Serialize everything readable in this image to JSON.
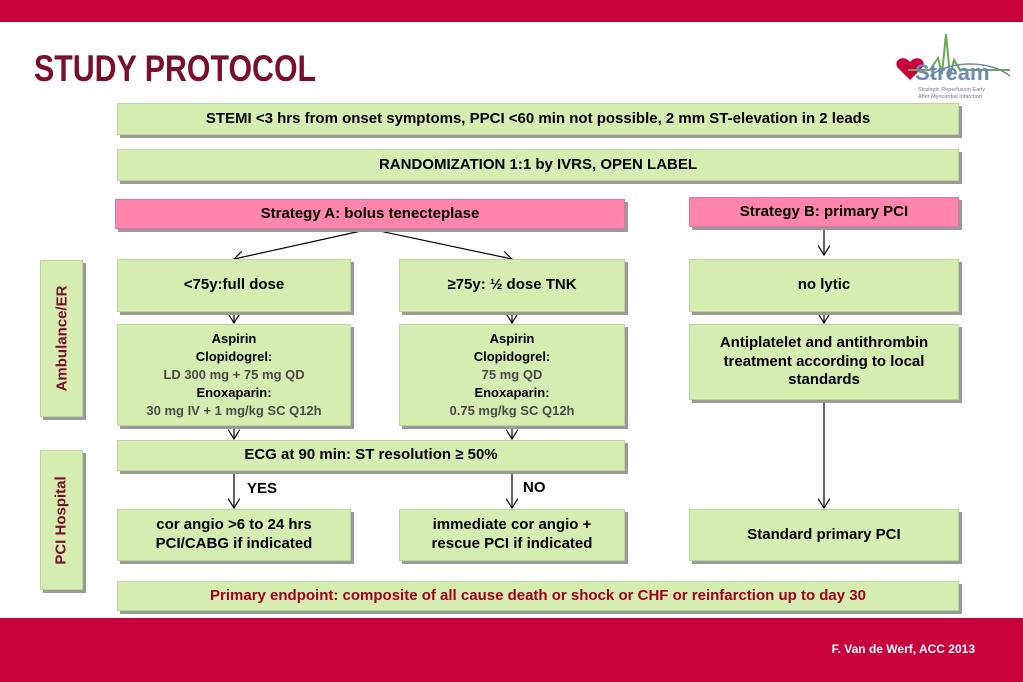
{
  "title": "STUDY PROTOCOL",
  "logo": {
    "word": "Stream",
    "subtitle_line1": "Strategic Reperfusion Early",
    "subtitle_line2": "After Myocardial Infarction"
  },
  "footer": "F. Van de Werf, ACC 2013",
  "side_labels": {
    "ambulance": "Ambulance/ER",
    "hospital": "PCI Hospital"
  },
  "boxes": {
    "inclusion": "STEMI <3 hrs from onset symptoms, PPCI <60 min not possible, 2 mm ST-elevation in 2 leads",
    "randomization": "RANDOMIZATION 1:1 by IVRS, OPEN LABEL",
    "strategy_a": "Strategy A: bolus tenecteplase",
    "strategy_b": "Strategy B: primary PCI",
    "under75": "<75y:full dose",
    "over75": "≥75y: ½ dose TNK",
    "no_lytic": "no lytic",
    "meds_under75": {
      "l1": "Aspirin",
      "l2": "Clopidogrel:",
      "l3": "LD 300 mg + 75 mg QD",
      "l4": "Enoxaparin:",
      "l5": "30 mg IV + 1 mg/kg SC Q12h"
    },
    "meds_over75": {
      "l1": "Aspirin",
      "l2": "Clopidogrel:",
      "l3": "75 mg QD",
      "l4": "Enoxaparin:",
      "l5": "0.75 mg/kg SC Q12h"
    },
    "antiplatelet": "Antiplatelet and antithrombin treatment according to local standards",
    "ecg": "ECG at 90 min: ST resolution ≥ 50%",
    "yes": "YES",
    "no": "NO",
    "cor_angio": "cor angio >6 to 24 hrs PCI/CABG if indicated",
    "immediate": "immediate cor angio + rescue PCI if indicated",
    "standard_pci": "Standard primary PCI",
    "endpoint": "Primary endpoint: composite of all cause death or shock or CHF or reinfarction up to day 30"
  },
  "colors": {
    "brand_red": "#c8003c",
    "box_green": "#d6edb2",
    "box_pink": "#ff85ad",
    "title_color": "#7a0f2a"
  }
}
